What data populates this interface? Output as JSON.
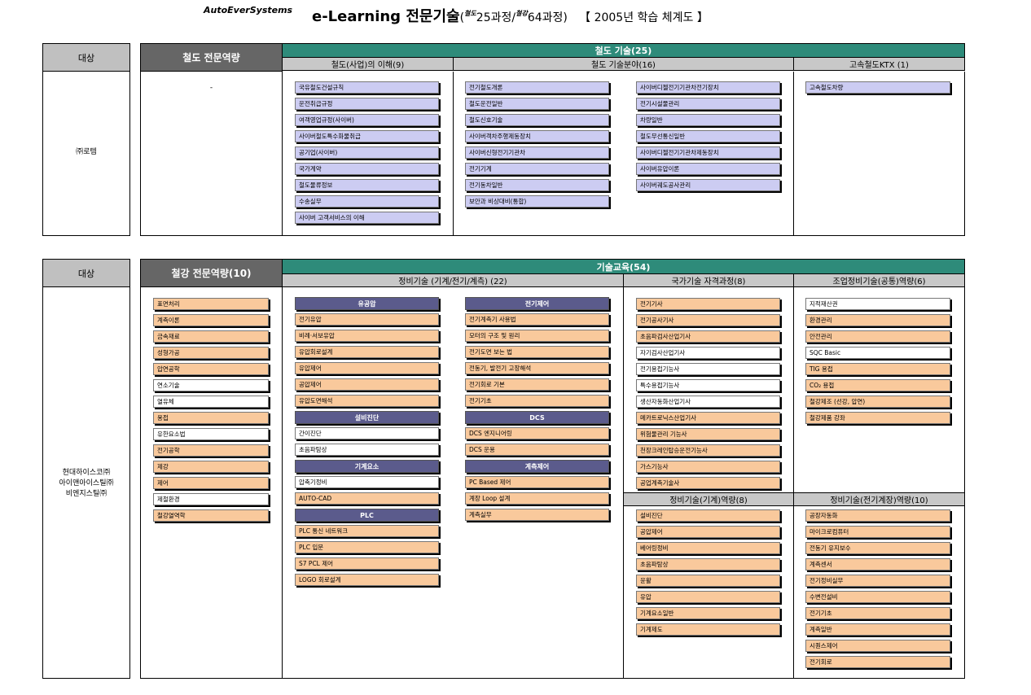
{
  "header": {
    "brand": "AutoEverSystems",
    "title_main": "e-Learning 전문기술",
    "title_sup1": "철도",
    "title_count1": "25과정/",
    "title_sup2": "철강",
    "title_count2": "64과정)",
    "title_open": "(",
    "title_suffix": "【 2005년 학습 체계도 】"
  },
  "section1": {
    "target_label": "대상",
    "company": "㈜로템",
    "expertise_label": "철도 전문역량",
    "expertise_value": "-",
    "tech_title": "철도 기술(25)",
    "col_understanding": "철도(사업)의 이해(9)",
    "col_tech": "철도 기술분야(16)",
    "col_ktx": "고속철도KTX (1)",
    "understanding_items": [
      "국유철도건설규칙",
      "운전취급규정",
      "여객영업규정(사이버)",
      "사이버철도특수화물취급",
      "공기업(사이버)",
      "국가계약",
      "철도물류정보",
      "수송실무",
      "사이버 고객서비스의 이해"
    ],
    "tech_items_a": [
      "전기철도개론",
      "철도운전일반",
      "철도신호기술",
      "사이버객차주행제동장치",
      "사이버신형전기기관차",
      "전기기계",
      "전기동차일반",
      "보안과 비상대비(통합)"
    ],
    "tech_items_b": [
      "사이버디젤전기기관차전기장치",
      "전기시설물관리",
      "차량일반",
      "철도무선통신일반",
      "사이버디젤전기기관차제동장치",
      "사이버유압이론",
      "사이버궤도공사관리"
    ],
    "ktx_items": [
      "고속철도차량"
    ]
  },
  "section2": {
    "target_label": "대상",
    "companies": [
      "현대하이스코㈜",
      "아이앤아이스틸㈜",
      "비엔지스틸㈜"
    ],
    "expertise_label": "철강 전문역량(10)",
    "tech_title": "기술교육(54)",
    "col_maint": "정비기술 (기계/전기/계측) (22)",
    "col_cert": "국가기술 자격과정(8)",
    "col_industry": "조업정비기술(공통)역량(6)",
    "col_mech": "정비기술(기계)역량(8)",
    "col_elec": "정비기술(전기계장)역량(10)",
    "expertise_items": [
      {
        "label": "표면처리",
        "color": "peach"
      },
      {
        "label": "계측이론",
        "color": "peach"
      },
      {
        "label": "금속재료",
        "color": "peach"
      },
      {
        "label": "성형가공",
        "color": "peach"
      },
      {
        "label": "압연공학",
        "color": "peach"
      },
      {
        "label": "연소기술",
        "color": "white"
      },
      {
        "label": "열유체",
        "color": "white"
      },
      {
        "label": "용접",
        "color": "peach"
      },
      {
        "label": "유한요소법",
        "color": "white"
      },
      {
        "label": "전기공학",
        "color": "peach"
      },
      {
        "label": "제강",
        "color": "peach"
      },
      {
        "label": "제어",
        "color": "peach"
      },
      {
        "label": "제철환경",
        "color": "white"
      },
      {
        "label": "철강열역학",
        "color": "peach"
      }
    ],
    "group_hydraulic": "유공압",
    "hydraulic_items": [
      {
        "label": "전기유압",
        "color": "peach"
      },
      {
        "label": "비례·서보유압",
        "color": "peach"
      },
      {
        "label": "유압회로설계",
        "color": "peach"
      },
      {
        "label": "유압제어",
        "color": "peach"
      },
      {
        "label": "공압제어",
        "color": "peach"
      },
      {
        "label": "유압도면해석",
        "color": "peach"
      }
    ],
    "group_diag": "설비진단",
    "diag_items": [
      {
        "label": "간이진단",
        "color": "white"
      },
      {
        "label": "초음파탐상",
        "color": "white"
      }
    ],
    "group_mech": "기계요소",
    "mech_items": [
      {
        "label": "압축기정비",
        "color": "white"
      },
      {
        "label": "AUTO-CAD",
        "color": "peach"
      }
    ],
    "group_plc": "PLC",
    "plc_items": [
      {
        "label": "PLC 통신 네트워크",
        "color": "peach"
      },
      {
        "label": "PLC 입문",
        "color": "peach"
      },
      {
        "label": "S7 PCL 제어",
        "color": "peach"
      },
      {
        "label": "LOGO 회로설계",
        "color": "peach"
      }
    ],
    "group_elec": "전기제어",
    "elec_items": [
      {
        "label": "전기계측기 사용법",
        "color": "peach"
      },
      {
        "label": "모터의 구조 및 원리",
        "color": "peach"
      },
      {
        "label": "전기도면 보는 법",
        "color": "peach"
      },
      {
        "label": "전동기, 발전기 고장해석",
        "color": "peach"
      },
      {
        "label": "전기회로 기본",
        "color": "peach"
      },
      {
        "label": "전기기초",
        "color": "peach"
      }
    ],
    "group_dcs": "DCS",
    "dcs_items": [
      {
        "label": "DCS 엔지니어링",
        "color": "peach"
      },
      {
        "label": "DCS 운용",
        "color": "peach"
      }
    ],
    "group_inst": "계측제어",
    "inst_items": [
      {
        "label": "PC Based 제어",
        "color": "peach"
      },
      {
        "label": "계장 Loop 설계",
        "color": "peach"
      },
      {
        "label": "계측실무",
        "color": "peach"
      }
    ],
    "cert_items": [
      {
        "label": "전기기사",
        "color": "peach"
      },
      {
        "label": "전기공사기사",
        "color": "peach"
      },
      {
        "label": "초음파검사산업기사",
        "color": "peach"
      },
      {
        "label": "자기검사산업기사",
        "color": "white"
      },
      {
        "label": "전기용접기능사",
        "color": "white"
      },
      {
        "label": "특수용접기능사",
        "color": "white"
      },
      {
        "label": "생산자동화산업기사",
        "color": "white"
      },
      {
        "label": "메카트로닉스산업기사",
        "color": "peach"
      },
      {
        "label": "위험물관리 기능사",
        "color": "peach"
      },
      {
        "label": "천장크레인탑승운전기능사",
        "color": "peach"
      },
      {
        "label": "가스기능사",
        "color": "peach"
      },
      {
        "label": "공업계측기술사",
        "color": "peach"
      }
    ],
    "industry_items": [
      {
        "label": "지적재산권",
        "color": "white"
      },
      {
        "label": "환경관리",
        "color": "peach"
      },
      {
        "label": "안전관리",
        "color": "peach"
      },
      {
        "label": "SQC Basic",
        "color": "white"
      },
      {
        "label": "TIG 용접",
        "color": "peach"
      },
      {
        "label": "CO₂ 용접",
        "color": "peach"
      },
      {
        "label": "철강제조 (선강, 압연)",
        "color": "peach"
      },
      {
        "label": "철강제품 강좌",
        "color": "peach"
      }
    ],
    "mech_cap_items": [
      {
        "label": "설비진단",
        "color": "peach"
      },
      {
        "label": "공압제어",
        "color": "peach"
      },
      {
        "label": "베어링정비",
        "color": "peach"
      },
      {
        "label": "초음파탐상",
        "color": "peach"
      },
      {
        "label": "윤활",
        "color": "peach"
      },
      {
        "label": "유압",
        "color": "peach"
      },
      {
        "label": "기계요소일반",
        "color": "peach"
      },
      {
        "label": "기계제도",
        "color": "peach"
      }
    ],
    "elec_cap_items": [
      {
        "label": "공장자동화",
        "color": "peach"
      },
      {
        "label": "마이크로컴퓨터",
        "color": "peach"
      },
      {
        "label": "전동기 유지보수",
        "color": "peach"
      },
      {
        "label": "계측센서",
        "color": "peach"
      },
      {
        "label": "전기정비실무",
        "color": "peach"
      },
      {
        "label": "수변전설비",
        "color": "peach"
      },
      {
        "label": "전기기초",
        "color": "peach"
      },
      {
        "label": "계측일반",
        "color": "peach"
      },
      {
        "label": "시퀀스제어",
        "color": "peach"
      },
      {
        "label": "전기회로",
        "color": "peach"
      }
    ]
  }
}
